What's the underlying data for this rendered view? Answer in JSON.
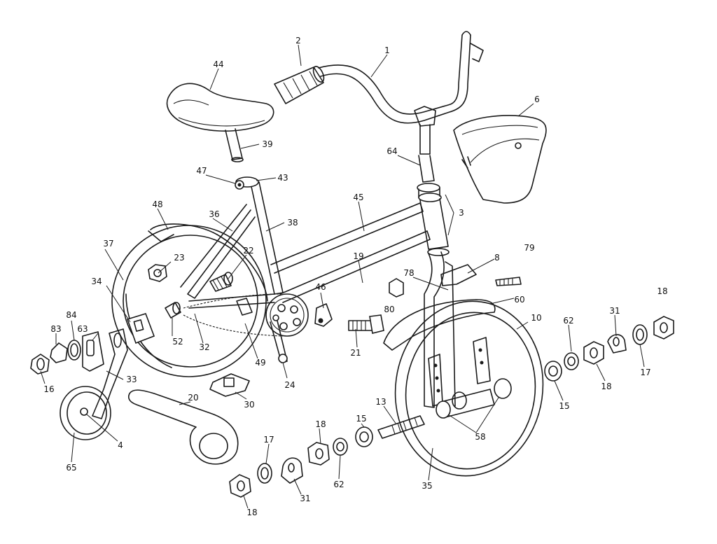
{
  "callouts": [
    {
      "id": "c1",
      "text": "1"
    },
    {
      "id": "c2",
      "text": "2"
    },
    {
      "id": "c44",
      "text": "44"
    },
    {
      "id": "c6",
      "text": "6"
    },
    {
      "id": "c39",
      "text": "39"
    },
    {
      "id": "c64",
      "text": "64"
    },
    {
      "id": "c47",
      "text": "47"
    },
    {
      "id": "c43",
      "text": "43"
    },
    {
      "id": "c48",
      "text": "48"
    },
    {
      "id": "c45",
      "text": "45"
    },
    {
      "id": "c3",
      "text": "3"
    },
    {
      "id": "c36",
      "text": "36"
    },
    {
      "id": "c38",
      "text": "38"
    },
    {
      "id": "c37",
      "text": "37"
    },
    {
      "id": "c23",
      "text": "23"
    },
    {
      "id": "c22",
      "text": "22"
    },
    {
      "id": "c19",
      "text": "19"
    },
    {
      "id": "c8",
      "text": "8"
    },
    {
      "id": "c79",
      "text": "79"
    },
    {
      "id": "c34",
      "text": "34"
    },
    {
      "id": "c78",
      "text": "78"
    },
    {
      "id": "c46",
      "text": "46"
    },
    {
      "id": "c80",
      "text": "80"
    },
    {
      "id": "c60",
      "text": "60"
    },
    {
      "id": "c18a",
      "text": "18"
    },
    {
      "id": "c84",
      "text": "84"
    },
    {
      "id": "c63",
      "text": "63"
    },
    {
      "id": "c83",
      "text": "83"
    },
    {
      "id": "c52",
      "text": "52"
    },
    {
      "id": "c32",
      "text": "32"
    },
    {
      "id": "c21",
      "text": "21"
    },
    {
      "id": "c10",
      "text": "10"
    },
    {
      "id": "c62a",
      "text": "62"
    },
    {
      "id": "c31a",
      "text": "31"
    },
    {
      "id": "c16",
      "text": "16"
    },
    {
      "id": "c49",
      "text": "49"
    },
    {
      "id": "c24",
      "text": "24"
    },
    {
      "id": "c33",
      "text": "33"
    },
    {
      "id": "c18b",
      "text": "18"
    },
    {
      "id": "c17a",
      "text": "17"
    },
    {
      "id": "c30",
      "text": "30"
    },
    {
      "id": "c13",
      "text": "13"
    },
    {
      "id": "c15a",
      "text": "15"
    },
    {
      "id": "c15b",
      "text": "15"
    },
    {
      "id": "c20",
      "text": "20"
    },
    {
      "id": "c4",
      "text": "4"
    },
    {
      "id": "c58",
      "text": "58"
    },
    {
      "id": "c18c",
      "text": "18"
    },
    {
      "id": "c17b",
      "text": "17"
    },
    {
      "id": "c62b",
      "text": "62"
    },
    {
      "id": "c65",
      "text": "65"
    },
    {
      "id": "c35",
      "text": "35"
    },
    {
      "id": "c31b",
      "text": "31"
    },
    {
      "id": "c18d",
      "text": "18"
    }
  ]
}
